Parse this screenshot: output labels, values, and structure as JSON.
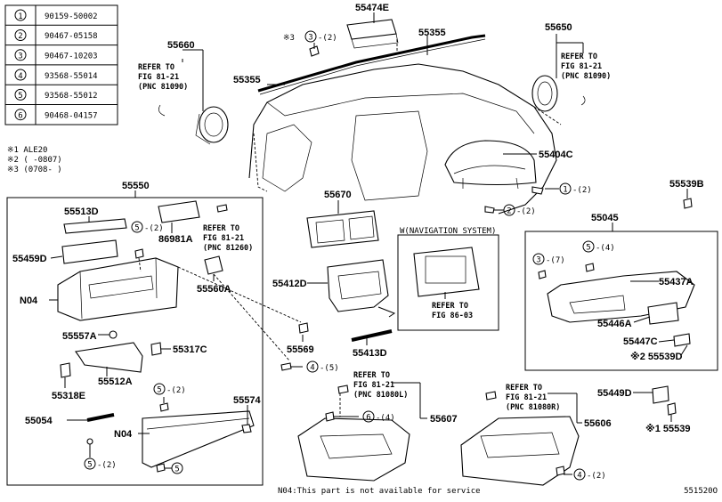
{
  "legend": {
    "rows": [
      {
        "num": "1",
        "code": "90159-50002"
      },
      {
        "num": "2",
        "code": "90467-05158"
      },
      {
        "num": "3",
        "code": "90467-10203"
      },
      {
        "num": "4",
        "code": "93568-55014"
      },
      {
        "num": "5",
        "code": "93568-55012"
      },
      {
        "num": "6",
        "code": "90468-04157"
      }
    ]
  },
  "notes": {
    "n1": "※1 ALE20",
    "n2": "※2 (    -0807)",
    "n3": "※3 (0708-    )"
  },
  "parts": {
    "p55474E": "55474E",
    "p55355_top": "55355",
    "p55355_left": "55355",
    "p55650": "55650",
    "p55660": "55660",
    "p55404C": "55404C",
    "p55550": "55550",
    "p55513D": "55513D",
    "p86981A": "86981A",
    "p55459D": "55459D",
    "pN04_a": "N04",
    "p55560A": "55560A",
    "p55557A": "55557A",
    "p55317C": "55317C",
    "p55512A": "55512A",
    "p55318E": "55318E",
    "p55054": "55054",
    "pN04_b": "N04",
    "p55574": "55574",
    "p55670": "55670",
    "p55412D": "55412D",
    "p55569": "55569",
    "p55413D": "55413D",
    "p55607": "55607",
    "p55606": "55606",
    "p55539B": "55539B",
    "p55045": "55045",
    "p55437A": "55437A",
    "p55446A": "55446A",
    "p55447C": "55447C",
    "p55539D": "※2 55539D",
    "p55449D": "55449D",
    "p55539": "※1 55539"
  },
  "refs": {
    "ref_left": [
      "REFER TO",
      "FIG 81-21",
      "(PNC 81090)"
    ],
    "ref_right": [
      "REFER TO",
      "FIG 81-21",
      "(PNC 81090)"
    ],
    "ref_glove": [
      "REFER TO",
      "FIG 81-21",
      "(PNC 81260)"
    ],
    "ref_nav": [
      "REFER TO",
      "FIG 86-03"
    ],
    "ref_55607": [
      "REFER TO",
      "FIG 81-21",
      "(PNC 81080L)"
    ],
    "ref_55606": [
      "REFER TO",
      "FIG 81-21",
      "(PNC 81080R)"
    ]
  },
  "callouts": {
    "c3_top": {
      "num": "3",
      "qty": "-(2)",
      "prefix": "※3"
    },
    "c1_right": {
      "num": "1",
      "qty": "-(2)"
    },
    "c2_right": {
      "num": "2",
      "qty": "-(2)"
    },
    "c5_glove": {
      "num": "5",
      "qty": "-(2)"
    },
    "c4_mid": {
      "num": "4",
      "qty": "-(5)"
    },
    "c6_lower": {
      "num": "6",
      "qty": "-(4)"
    },
    "c3_right": {
      "num": "3",
      "qty": "-(7)"
    },
    "c5_right": {
      "num": "5",
      "qty": "-(4)"
    },
    "c5_lower1": {
      "num": "5",
      "qty": "-(2)"
    },
    "c5_lower2": {
      "num": "5",
      "qty": "-(2)"
    },
    "c5_lower3": {
      "num": "5",
      "qty": ""
    },
    "c4_bottom": {
      "num": "4",
      "qty": "-(2)"
    }
  },
  "nav_title": "W(NAVIGATION SYSTEM)",
  "footer": {
    "note": "N04:This part is not available for service",
    "figure_code": "551520O"
  }
}
